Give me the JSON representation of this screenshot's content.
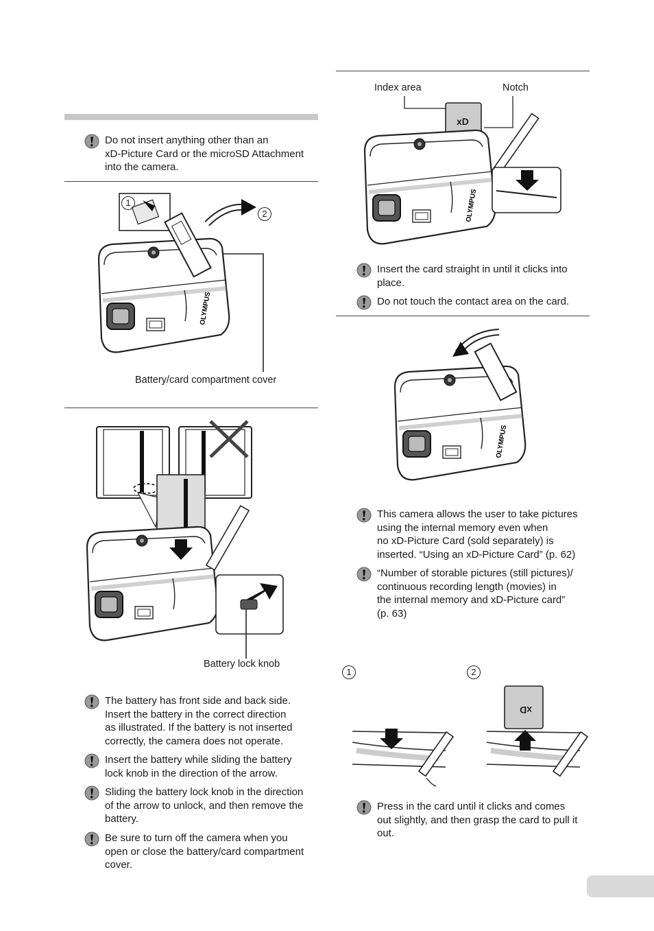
{
  "left": {
    "note_top": "Do not insert anything other than an\nxD-Picture Card or the microSD Attachment\ninto the camera.",
    "fig1": {
      "step1": "1",
      "step2": "2",
      "callout": "Battery/card compartment cover"
    },
    "fig2": {
      "callout": "Battery lock knob"
    },
    "notes": [
      "The battery has front side and back side.\nInsert the battery in the correct direction\nas illustrated. If the battery is not inserted\ncorrectly, the camera does not operate.",
      "Insert the battery while sliding the battery\nlock knob in the direction of the arrow.",
      "Sliding the battery lock knob in the direction\nof the arrow to unlock, and then remove the\nbattery.",
      "Be sure to turn off the camera when you\nopen or close the battery/card compartment\ncover."
    ]
  },
  "right": {
    "fig3": {
      "index_area": "Index area",
      "notch": "Notch"
    },
    "notes_a": [
      "Insert the card straight in until it clicks into\nplace.",
      "Do not touch the contact area on the card."
    ],
    "notes_b": [
      "This camera allows the user to take pictures\nusing the internal memory even when\nno xD-Picture Card (sold separately) is\ninserted. “Using an xD-Picture Card” (p. 62)",
      " “Number of storable pictures (still pictures)/\ncontinuous recording length (movies) in\nthe internal memory and xD-Picture card”\n(p. 63)"
    ],
    "fig5": {
      "step1": "1",
      "step2": "2"
    },
    "note_c": "Press in the card until it clicks and comes\nout slightly, and then grasp the card to pull it\nout."
  },
  "brand": "OLYMPUS",
  "icons": {
    "warning": "warning-icon",
    "camera": "camera-illustration"
  },
  "colors": {
    "rule": "#444444",
    "grey_bar": "#c8c8c8",
    "page_tab": "#d9d9d9"
  }
}
